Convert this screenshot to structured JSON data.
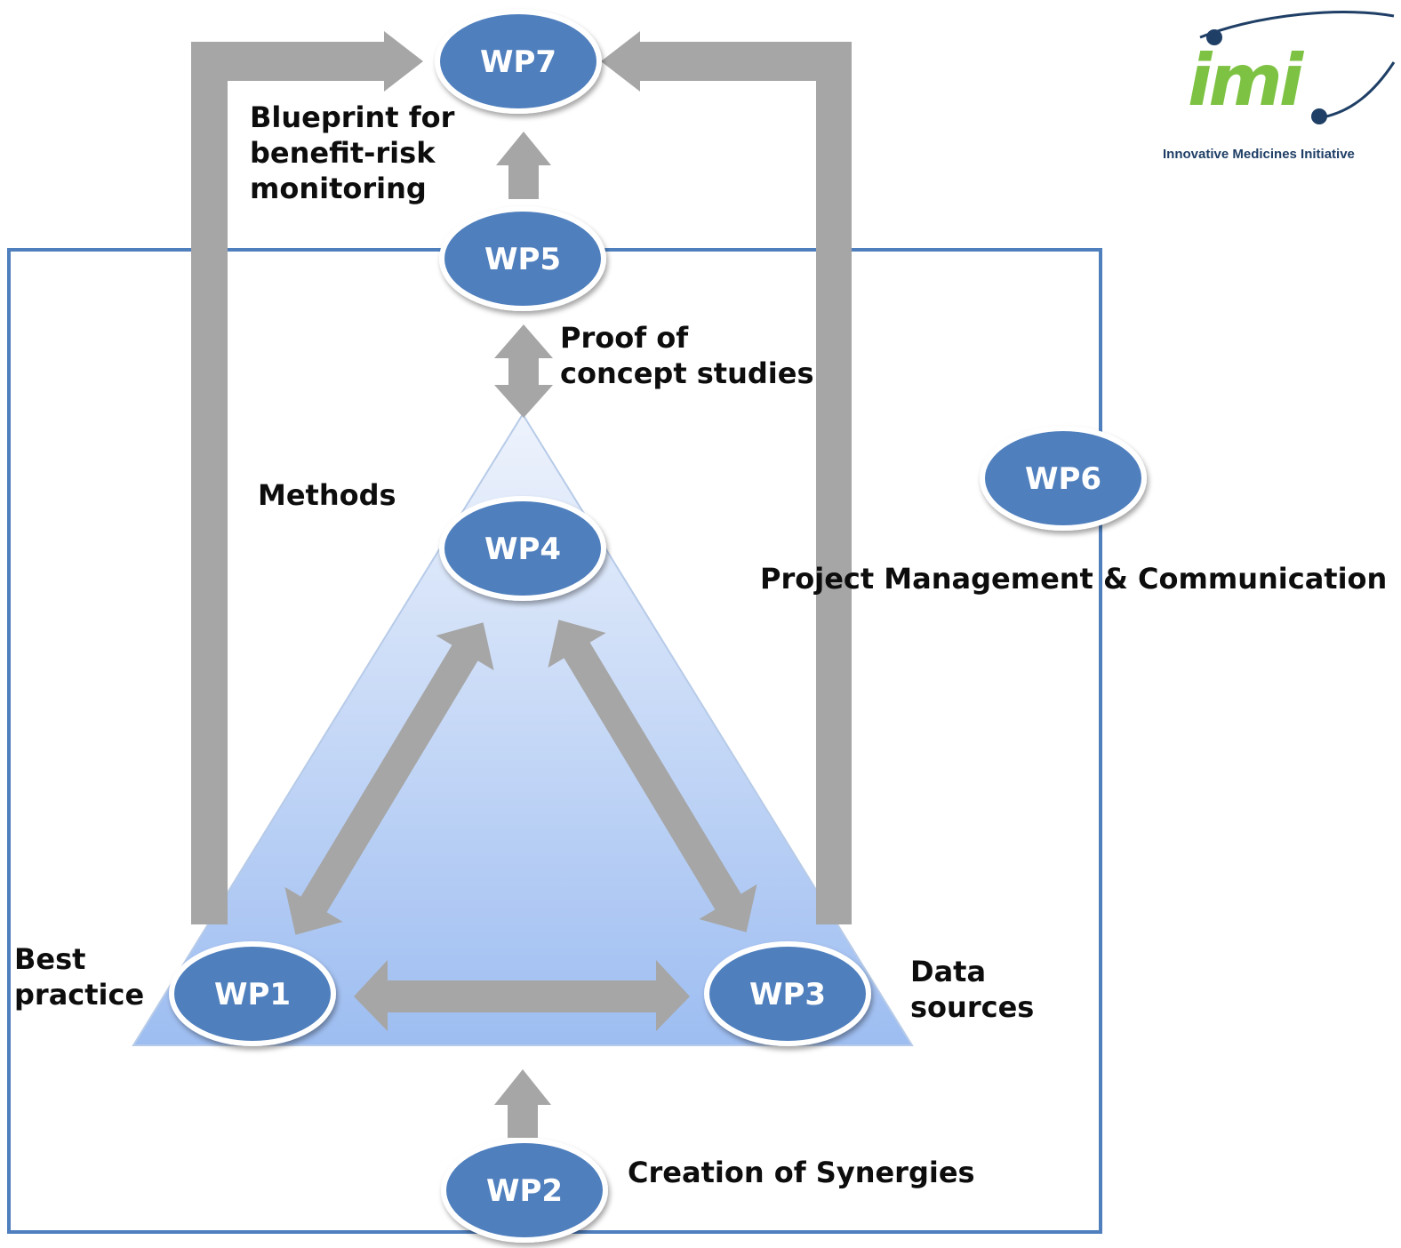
{
  "nodes": {
    "wp1": "WP1",
    "wp2": "WP2",
    "wp3": "WP3",
    "wp4": "WP4",
    "wp5": "WP5",
    "wp6": "WP6",
    "wp7": "WP7"
  },
  "labels": {
    "blueprint": [
      "Blueprint for",
      "benefit-risk",
      "monitoring"
    ],
    "proof": [
      "Proof of",
      "concept studies"
    ],
    "methods": "Methods",
    "best_practice": [
      "Best",
      "practice"
    ],
    "data_sources": [
      "Data",
      "sources"
    ],
    "synergies": "Creation of Synergies",
    "project_management": "Project Management & Communication"
  },
  "logo": {
    "word": "imi",
    "caption": "Innovative Medicines Initiative"
  },
  "colors": {
    "node_fill": "#4f7fbd",
    "arrow_gray": "#a6a6a6",
    "frame_border": "#4f7fbd",
    "triangle_top": "#e4edfa",
    "triangle_bottom": "#9fbff2",
    "logo_green": "#7dc242",
    "logo_navy": "#1f3f66"
  }
}
